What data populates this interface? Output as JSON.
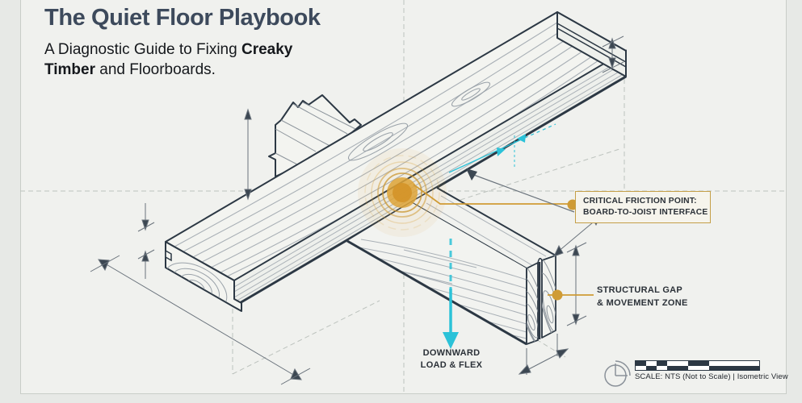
{
  "header": {
    "title": "The Quiet Floor Playbook",
    "subtitle_prefix": "A Diagnostic Guide to Fixing ",
    "subtitle_bold": "Creaky Timber",
    "subtitle_suffix": " and Floorboards."
  },
  "labels": {
    "friction_point": {
      "line1": "CRITICAL FRICTION POINT:",
      "line2": "BOARD-TO-JOIST INTERFACE"
    },
    "structural_gap": {
      "line1": "STRUCTURAL GAP",
      "line2": "& MOVEMENT ZONE"
    },
    "downward_load": {
      "line1": "DOWNWARD",
      "line2": "LOAD & FLEX"
    }
  },
  "footer": {
    "scale_note": "SCALE: NTS (Not to Scale) | Isometric View"
  },
  "colors": {
    "panel_bg": "#f0f1ee",
    "ink": "#2c3844",
    "grain": "#a9b0b6",
    "accent_gold": "#cf9b35",
    "accent_cyan": "#2bc2d8",
    "title_color": "#3d4a5c"
  }
}
